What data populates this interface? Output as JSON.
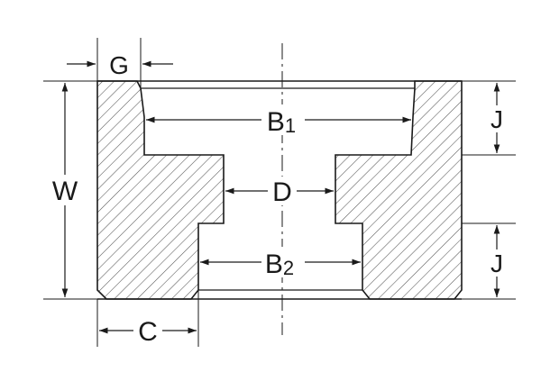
{
  "diagram": {
    "labels": {
      "G": "G",
      "W": "W",
      "B1": "B",
      "B1_sub": "1",
      "D": "D",
      "B2": "B",
      "B2_sub": "2",
      "J_upper": "J",
      "J_lower": "J",
      "C": "C"
    },
    "colors": {
      "ink": "#1a1a1a",
      "hatch": "#555555",
      "background": "#ffffff"
    }
  }
}
